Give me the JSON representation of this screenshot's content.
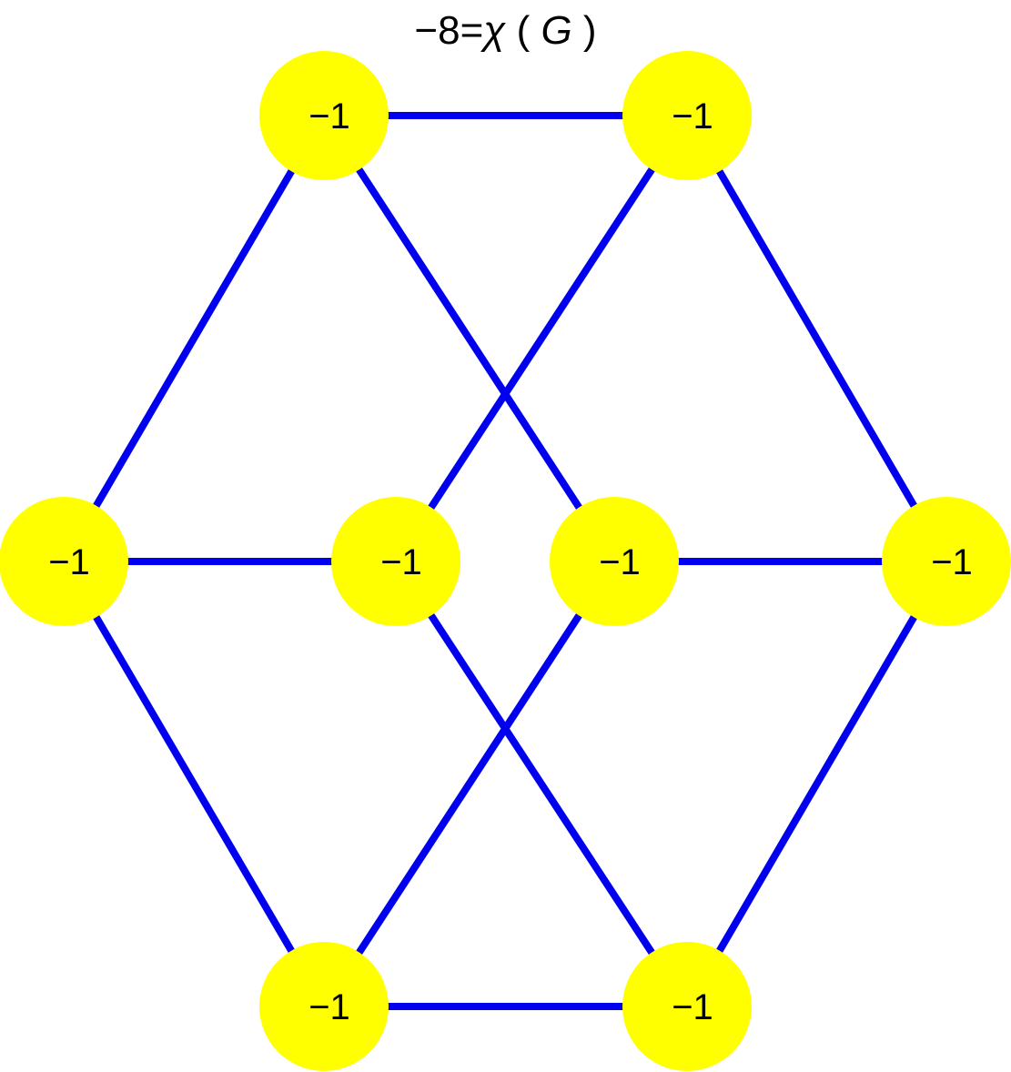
{
  "caption": {
    "value": "−8",
    "equals": "=",
    "func": "χ",
    "open": "(",
    "arg": "G",
    "close": ")"
  },
  "colors": {
    "node_fill": "#ffff00",
    "edge": "#0000ee",
    "text": "#000000",
    "background": "#ffffff"
  },
  "graph": {
    "nodes": [
      {
        "id": "top-left",
        "label": "−1"
      },
      {
        "id": "top-right",
        "label": "−1"
      },
      {
        "id": "mid-far-left",
        "label": "−1"
      },
      {
        "id": "mid-inner-left",
        "label": "−1"
      },
      {
        "id": "mid-inner-right",
        "label": "−1"
      },
      {
        "id": "mid-far-right",
        "label": "−1"
      },
      {
        "id": "bottom-left",
        "label": "−1"
      },
      {
        "id": "bottom-right",
        "label": "−1"
      }
    ],
    "edges": [
      [
        "top-left",
        "top-right"
      ],
      [
        "top-left",
        "mid-far-left"
      ],
      [
        "top-left",
        "mid-inner-right"
      ],
      [
        "top-right",
        "mid-inner-left"
      ],
      [
        "top-right",
        "mid-far-right"
      ],
      [
        "mid-far-left",
        "mid-inner-left"
      ],
      [
        "mid-far-left",
        "bottom-left"
      ],
      [
        "mid-inner-left",
        "bottom-right"
      ],
      [
        "mid-inner-right",
        "mid-far-right"
      ],
      [
        "mid-inner-right",
        "bottom-left"
      ],
      [
        "mid-far-right",
        "bottom-right"
      ],
      [
        "bottom-left",
        "bottom-right"
      ]
    ]
  }
}
